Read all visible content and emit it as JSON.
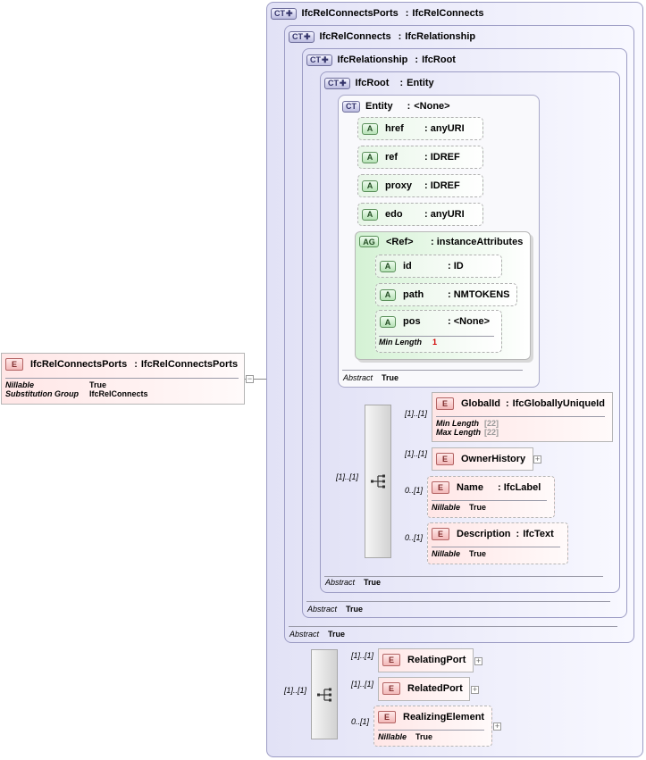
{
  "root_element": {
    "name": "IfcRelConnectsPorts",
    "type": "IfcRelConnectsPorts",
    "props": [
      {
        "label": "Nillable",
        "value": "True"
      },
      {
        "label": "Substitution Group",
        "value": "IfcRelConnects"
      }
    ]
  },
  "complex_types": [
    {
      "badge": "CT",
      "name": "IfcRelConnectsPorts",
      "base": "IfcRelConnects"
    },
    {
      "badge": "CT",
      "name": "IfcRelConnects",
      "base": "IfcRelationship",
      "abstract_label": "Abstract",
      "abstract_value": "True"
    },
    {
      "badge": "CT",
      "name": "IfcRelationship",
      "base": "IfcRoot",
      "abstract_label": "Abstract",
      "abstract_value": "True"
    },
    {
      "badge": "CT",
      "name": "IfcRoot",
      "base": "Entity",
      "abstract_label": "Abstract",
      "abstract_value": "True"
    },
    {
      "badge": "CT",
      "name": "Entity",
      "base": "<None>",
      "abstract_label": "Abstract",
      "abstract_value": "True"
    }
  ],
  "entity_attributes": [
    {
      "badge": "A",
      "name": "href",
      "type": "anyURI"
    },
    {
      "badge": "A",
      "name": "ref",
      "type": "IDREF"
    },
    {
      "badge": "A",
      "name": "proxy",
      "type": "IDREF"
    },
    {
      "badge": "A",
      "name": "edo",
      "type": "anyURI"
    }
  ],
  "attribute_group": {
    "badge": "AG",
    "name": "<Ref>",
    "type": "instanceAttributes",
    "attributes": [
      {
        "badge": "A",
        "name": "id",
        "type": "ID"
      },
      {
        "badge": "A",
        "name": "path",
        "type": "NMTOKENS"
      },
      {
        "badge": "A",
        "name": "pos",
        "type": "<None>",
        "min_length_label": "Min Length",
        "min_length_value": "1"
      }
    ]
  },
  "ifcroot_sequence": {
    "cardinality": "[1]..[1]",
    "elements": [
      {
        "badge": "E",
        "card": "[1]..[1]",
        "name": "GlobalId",
        "type": "IfcGloballyUniqueId",
        "props": [
          {
            "label": "Min Length",
            "value": "[22]"
          },
          {
            "label": "Max Length",
            "value": "[22]"
          }
        ]
      },
      {
        "badge": "E",
        "card": "[1]..[1]",
        "name": "OwnerHistory",
        "type": ""
      },
      {
        "badge": "E",
        "card": "0..[1]",
        "name": "Name",
        "type": "IfcLabel",
        "props": [
          {
            "label": "Nillable",
            "value": "True"
          }
        ]
      },
      {
        "badge": "E",
        "card": "0..[1]",
        "name": "Description",
        "type": "IfcText",
        "props": [
          {
            "label": "Nillable",
            "value": "True"
          }
        ]
      }
    ]
  },
  "ports_sequence": {
    "cardinality": "[1]..[1]",
    "elements": [
      {
        "badge": "E",
        "card": "[1]..[1]",
        "name": "RelatingPort"
      },
      {
        "badge": "E",
        "card": "[1]..[1]",
        "name": "RelatedPort"
      },
      {
        "badge": "E",
        "card": "0..[1]",
        "name": "RealizingElement",
        "props": [
          {
            "label": "Nillable",
            "value": "True"
          }
        ]
      }
    ]
  },
  "expander_symbol": "+",
  "collapse_symbol": "−",
  "icons": {
    "complex_type": "ct-icon",
    "attribute": "attribute-icon",
    "element": "element-icon",
    "sequence": "sequence-icon"
  }
}
